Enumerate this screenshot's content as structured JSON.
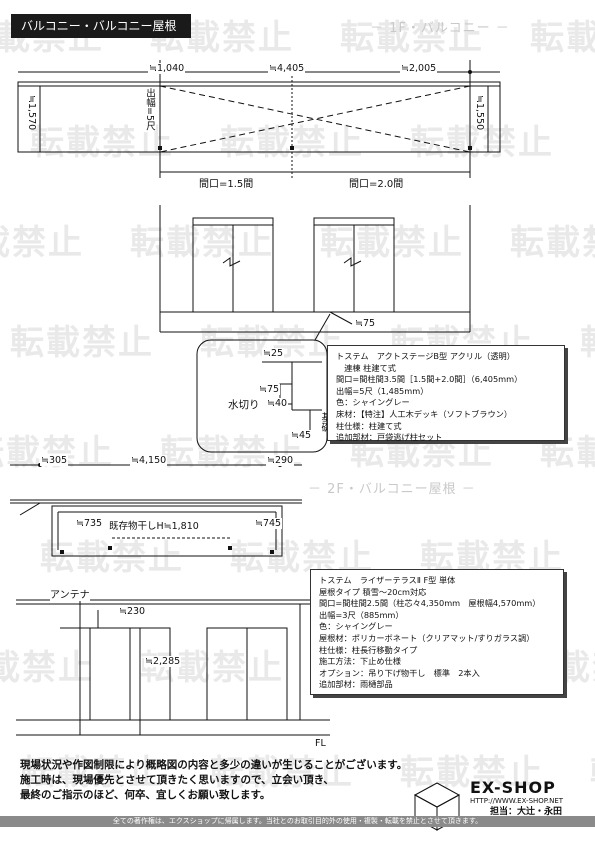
{
  "header": {
    "title": "バルコニー・バルコニー屋根",
    "section_1f": "－ 1F・バルコニー －",
    "section_2f": "－ 2F・バルコニー屋根 －"
  },
  "plan_1f": {
    "dim_left": "≒1,040",
    "dim_center": "≒4,405",
    "dim_right": "≒2,005",
    "dim_height_left": "≒1,570",
    "dim_depth_label": "出幅=5尺",
    "dim_height_right": "≒1,550",
    "span_left": "間口=1.5間",
    "span_right": "間口=2.0間"
  },
  "elev_1f": {
    "dim_bottom": "≒75"
  },
  "detail": {
    "dim_top": "≒25",
    "dim_75": "≒75",
    "label_drip": "水切り",
    "dim_40": "≒40",
    "dim_45": "≒45",
    "label_foundation": "基礎"
  },
  "spec_1f": {
    "lines": [
      "トステム　アクトステージB型 アクリル（透明）",
      "　連棟 柱建て式",
      "間口=間柱間3.5間［1.5間+2.0間］（6,405mm）",
      "出幅=5尺（1,485mm）",
      "色：シャイングレー",
      "床材：【特注】人工木デッキ（ソフトブラウン）",
      "柱仕様：柱建て式",
      "追加部材：戸袋逃げ柱セット"
    ]
  },
  "plan_2f": {
    "dim_left": "≒305",
    "dim_center": "≒4,150",
    "dim_right": "≒290",
    "dim_inner_left": "≒735",
    "label_hanger": "既存物干しH≒1,810",
    "dim_inner_right": "≒745"
  },
  "spec_2f": {
    "lines": [
      "トステム　ライザーテラスⅡ F型 単体",
      "屋根タイプ 積雪～20cm対応",
      "間口=間柱間2.5間（柱芯々4,350mm　屋根幅4,570mm）",
      "出幅=3尺（885mm）",
      "色：シャイングレー",
      "屋根材：ポリカーボネート（クリアマット/すりガラス調）",
      "柱仕様：柱長行移動タイプ",
      "施工方法：下止め仕様",
      "オプション：吊り下げ物干し　標準　2本入",
      "追加部材：雨樋部品"
    ]
  },
  "elev_2f": {
    "label_antenna": "アンテナ",
    "dim_230": "≒230",
    "dim_2285": "≒2,285",
    "label_fl": "FL"
  },
  "footer": {
    "notice_1": "現場状況や作図制限により概略図の内容と多少の違いが生じることがございます。",
    "notice_2": "施工時は、現場優先とさせて頂きたく思いますので、立会い頂き、",
    "notice_3": "最終のご指示のほど、何卒、宜しくお願い致します。",
    "logo_text": "EX-SHOP",
    "logo_url": "HTTP://WWW.EX-SHOP.NET",
    "staff": "担当：大辻・永田",
    "copyright": "全ての著作権は、エクスショップに帰属します。当社とのお取引目的外の使用・複製・転載を禁止とさせて頂きます。"
  },
  "watermark": {
    "text": "転載禁止"
  }
}
